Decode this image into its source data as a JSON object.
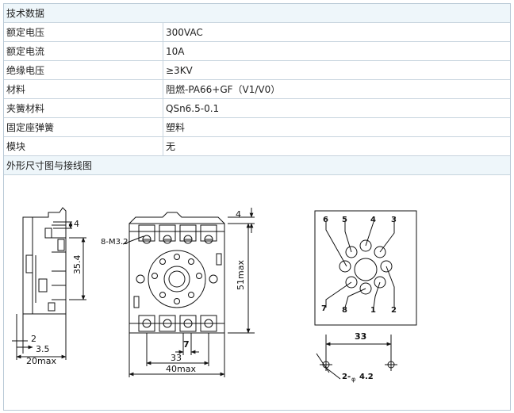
{
  "table": {
    "header": "技术数据",
    "rows": [
      {
        "key": "额定电压",
        "value": "300VAC"
      },
      {
        "key": "额定电流",
        "value": "10A"
      },
      {
        "key": "绝缘电压",
        "value": "≥3KV"
      },
      {
        "key": "材料",
        "value": "阻燃-PA66+GF（V1/V0）"
      },
      {
        "key": "夹簧材料",
        "value": "QSn6.5-0.1"
      },
      {
        "key": "固定座弹簧",
        "value": "塑料"
      },
      {
        "key": "模块",
        "value": "无"
      }
    ],
    "footer_header": "外形尺寸图与接线图"
  },
  "drawing": {
    "side": {
      "dim_4": "4",
      "dim_35_4": "35.4",
      "dim_2": "2",
      "dim_3_5": "3.5",
      "dim_20max": "20max"
    },
    "front": {
      "screw_label": "8-M3.2",
      "dim_4": "4",
      "dim_51max": "51max",
      "dim_7": "7",
      "dim_33": "33",
      "dim_40max": "40max"
    },
    "wiring": {
      "pins_top": [
        "6",
        "5",
        "4",
        "3"
      ],
      "pins_bottom": [
        "7",
        "8",
        "1",
        "2"
      ],
      "dim_33": "33",
      "hole_label_a": "2-",
      "hole_label_phi": "φ",
      "hole_label_b": "4.2"
    }
  }
}
